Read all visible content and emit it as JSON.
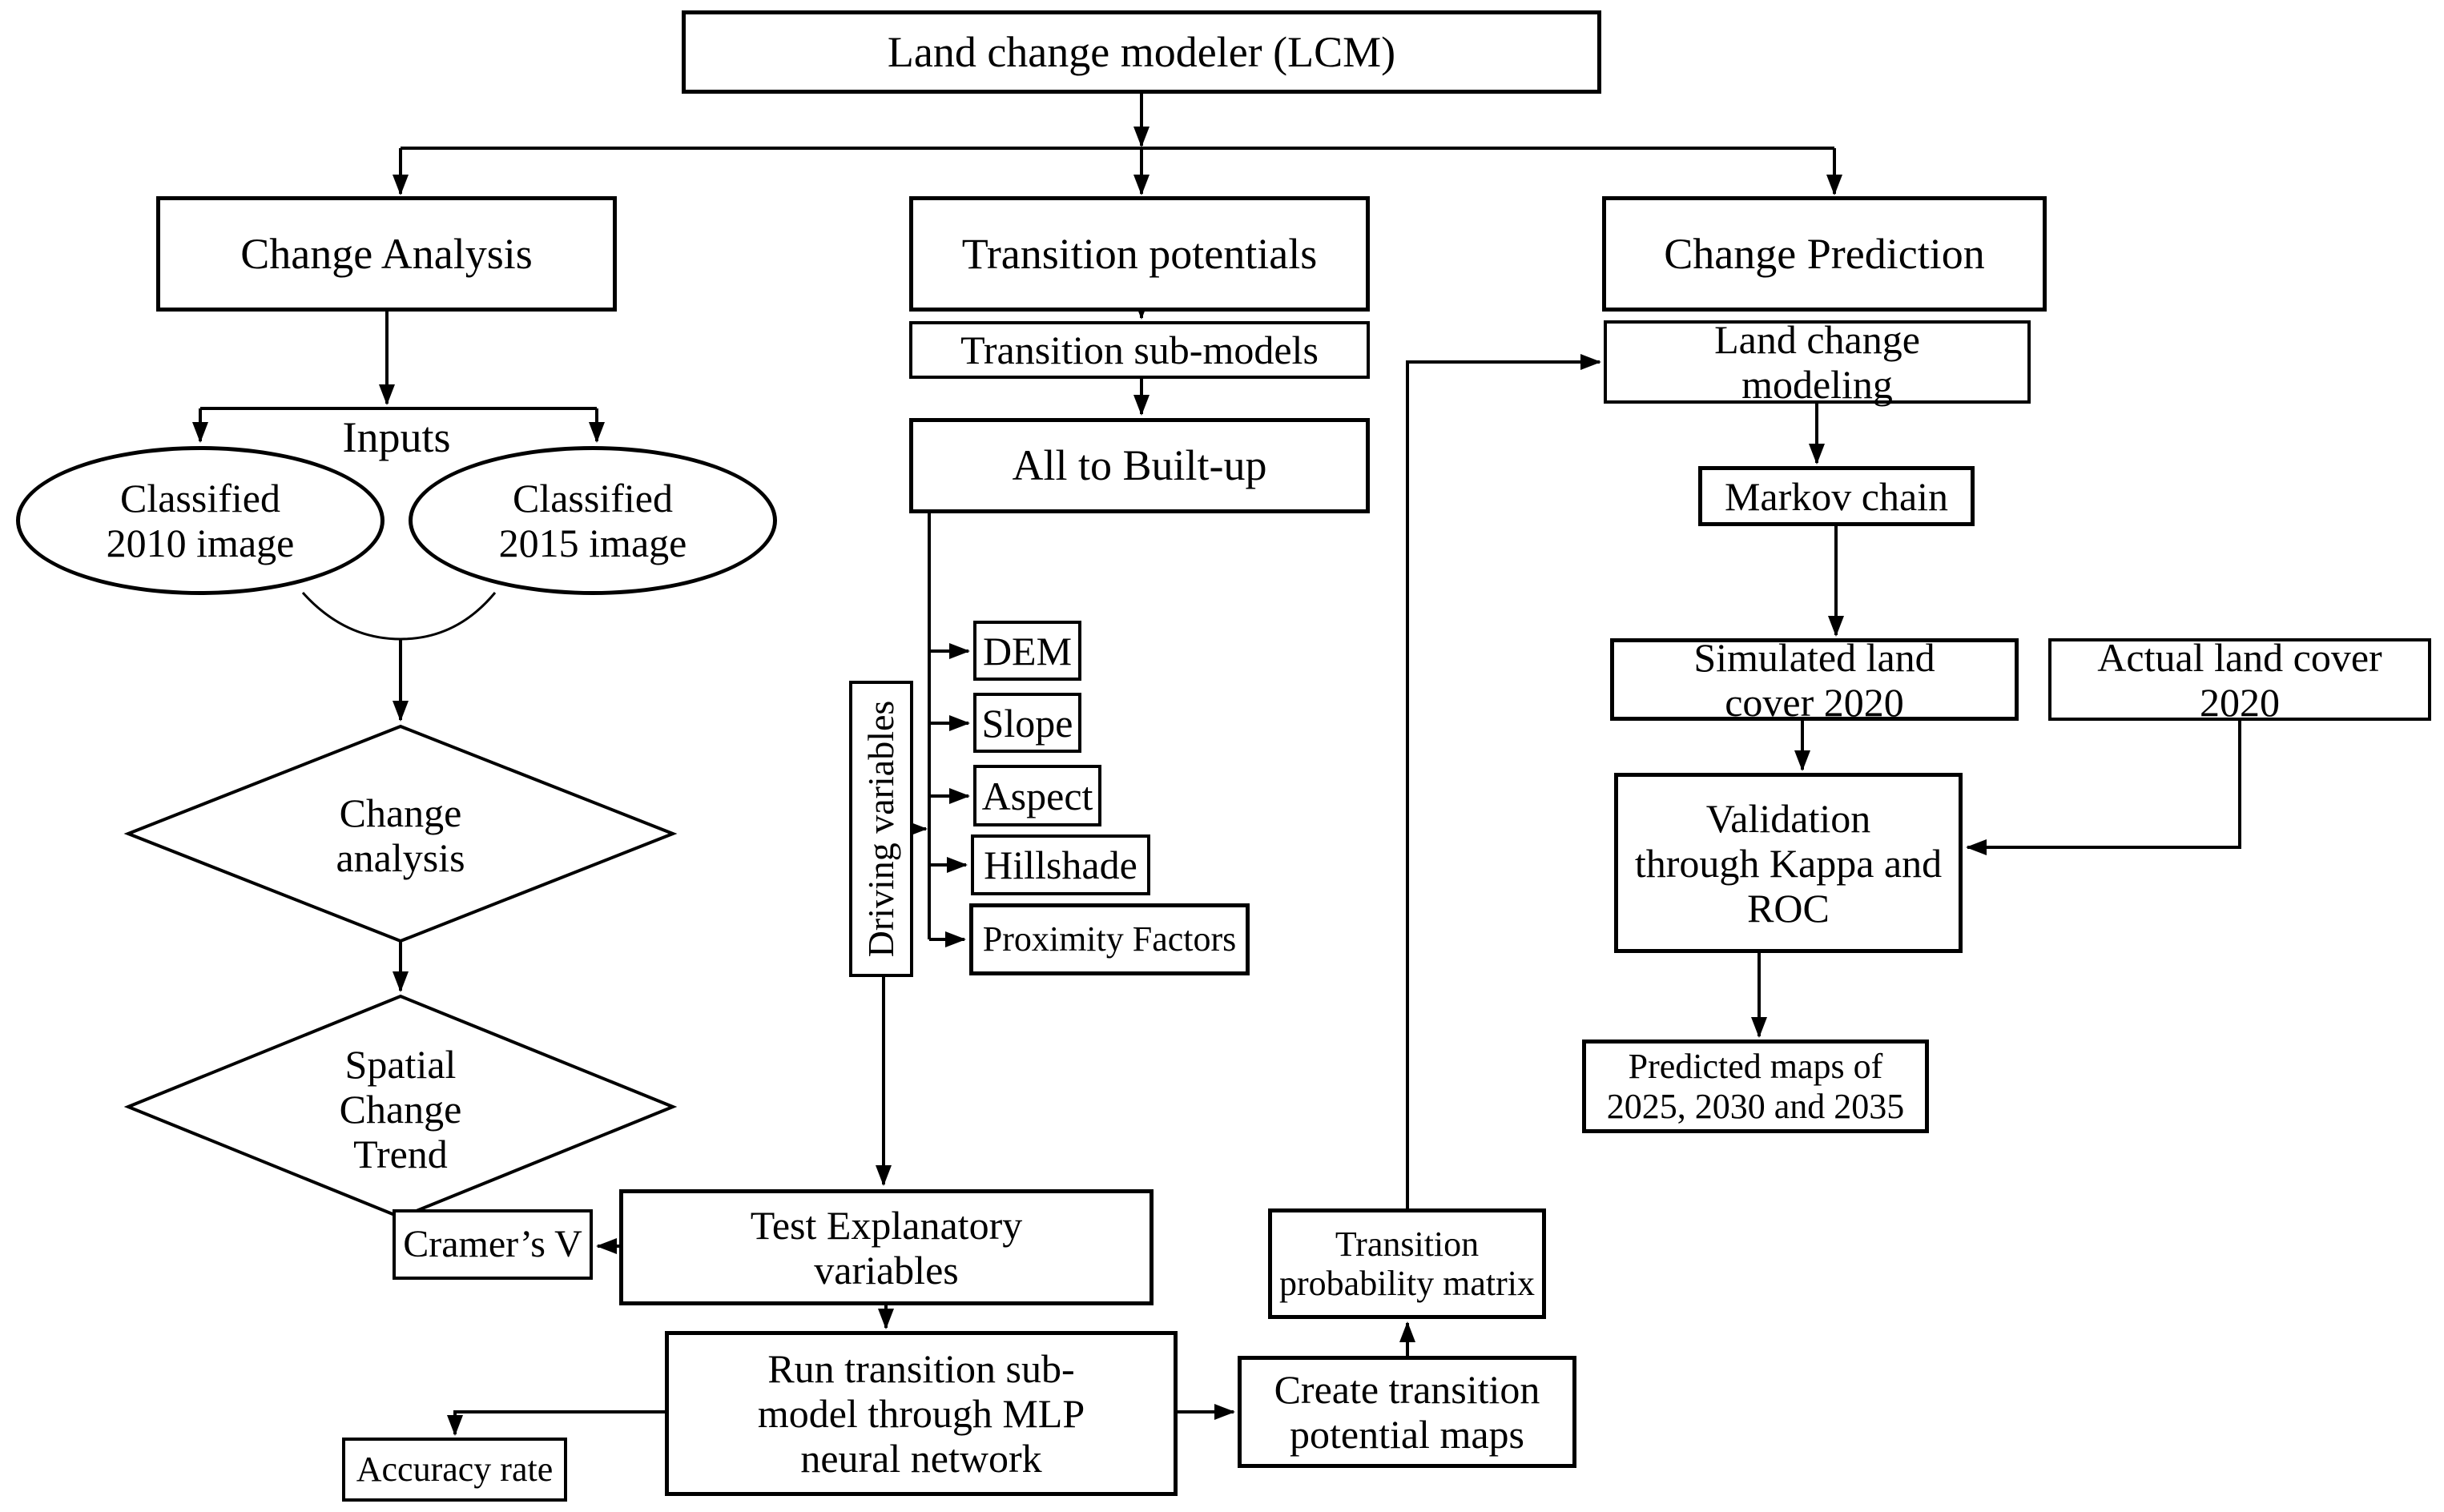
{
  "diagram": {
    "background": "#ffffff",
    "line_color": "#000000",
    "nodes": [
      {
        "id": "lcm",
        "shape": "rect",
        "label": "Land change modeler (LCM)"
      },
      {
        "id": "change-analysis",
        "shape": "rect",
        "label": "Change Analysis"
      },
      {
        "id": "transition-potentials",
        "shape": "rect",
        "label": "Transition potentials"
      },
      {
        "id": "change-prediction",
        "shape": "rect",
        "label": "Change Prediction"
      },
      {
        "id": "inputs-label",
        "shape": "label",
        "label": "Inputs"
      },
      {
        "id": "classified-2010",
        "shape": "ellipse",
        "label": "Classified\n2010 image"
      },
      {
        "id": "classified-2015",
        "shape": "ellipse",
        "label": "Classified\n2015 image"
      },
      {
        "id": "change-analysis-diamond",
        "shape": "diamond",
        "label": "Change\nanalysis"
      },
      {
        "id": "spatial-change-trend",
        "shape": "diamond",
        "label": "Spatial\nChange\nTrend"
      },
      {
        "id": "transition-sub-models",
        "shape": "rect",
        "label": "Transition sub-models"
      },
      {
        "id": "all-to-built-up",
        "shape": "rect",
        "label": "All to Built-up"
      },
      {
        "id": "driving-variables",
        "shape": "vlabel",
        "label": "Driving variables"
      },
      {
        "id": "dem",
        "shape": "rect",
        "label": "DEM"
      },
      {
        "id": "slope",
        "shape": "rect",
        "label": "Slope"
      },
      {
        "id": "aspect",
        "shape": "rect",
        "label": "Aspect"
      },
      {
        "id": "hillshade",
        "shape": "rect",
        "label": "Hillshade"
      },
      {
        "id": "proximity-factors",
        "shape": "rect",
        "label": "Proximity Factors"
      },
      {
        "id": "cramers-v",
        "shape": "rect",
        "label": "Cramer’s V"
      },
      {
        "id": "test-explanatory",
        "shape": "rect",
        "label": "Test Explanatory\nvariables"
      },
      {
        "id": "run-transition",
        "shape": "rect",
        "label": "Run transition sub-\nmodel through MLP\nneural network"
      },
      {
        "id": "accuracy-rate",
        "shape": "rect",
        "label": "Accuracy rate"
      },
      {
        "id": "create-transition",
        "shape": "rect",
        "label": "Create transition\npotential maps"
      },
      {
        "id": "transition-probability",
        "shape": "rect",
        "label": "Transition\nprobability matrix"
      },
      {
        "id": "land-change-modeling",
        "shape": "rect",
        "label": "Land change\nmodeling"
      },
      {
        "id": "markov-chain",
        "shape": "rect",
        "label": "Markov chain"
      },
      {
        "id": "simulated-land-cover",
        "shape": "rect",
        "label": "Simulated land\ncover 2020"
      },
      {
        "id": "actual-land-cover",
        "shape": "rect",
        "label": "Actual land cover\n2020"
      },
      {
        "id": "validation",
        "shape": "rect",
        "label": "Validation\nthrough Kappa and\nROC"
      },
      {
        "id": "predicted-maps",
        "shape": "rect",
        "label": "Predicted  maps of\n2025, 2030 and 2035"
      }
    ]
  }
}
